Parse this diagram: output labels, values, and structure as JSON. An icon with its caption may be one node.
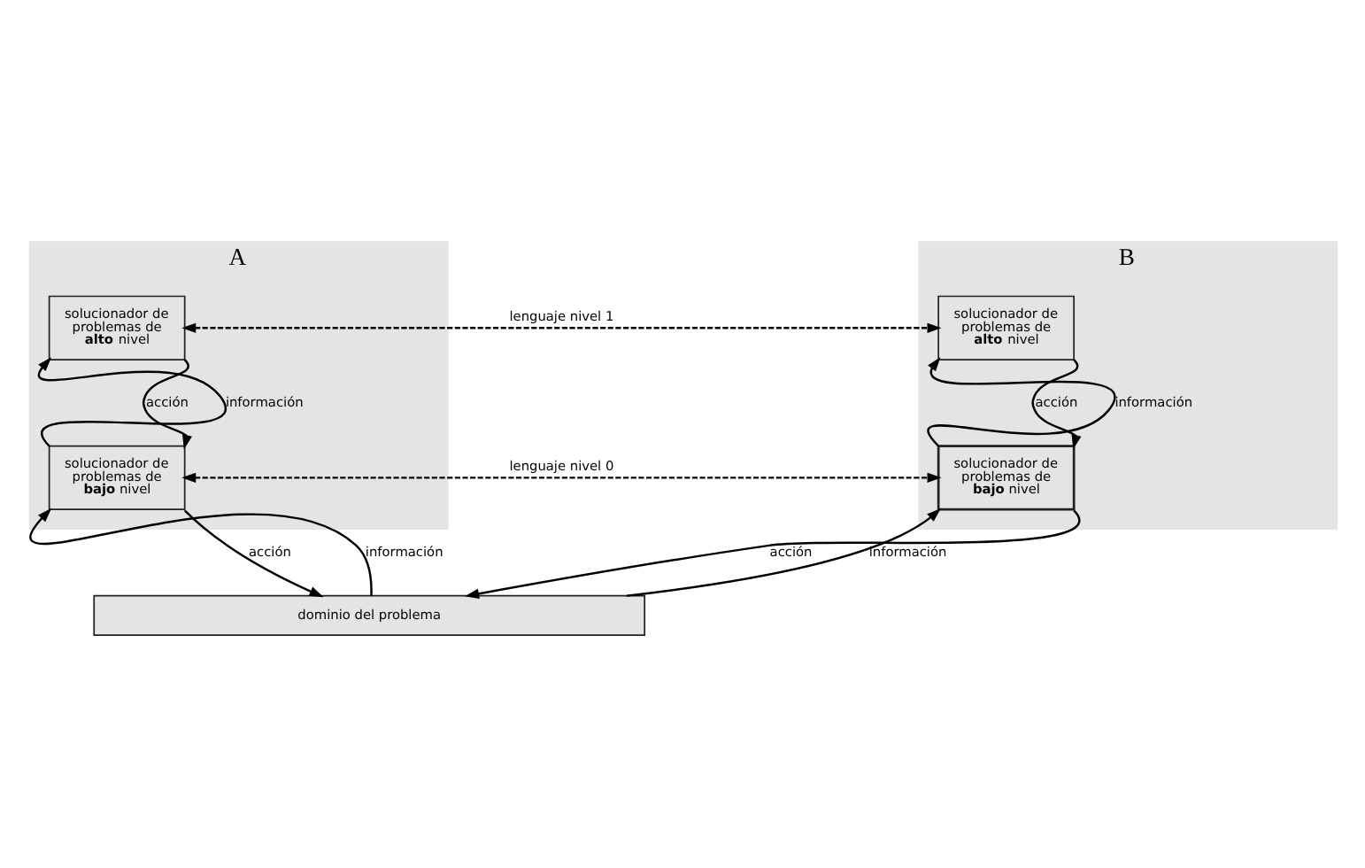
{
  "diagram": {
    "nodes": [
      {
        "text": [
          "A"
        ]
      },
      {
        "text": [
          "solucionador de problemas de **alto** nivel"
        ],
        "in": 0
      },
      {
        "text": [
          "solucionador de problemas de **bajo** nivel"
        ],
        "in": 0
      },
      {
        "text": [
          "B"
        ]
      },
      {
        "text": [
          "solucionador de problemas de **alto** nivel"
        ],
        "in": 3
      },
      {
        "text": [
          "solucionador de problemas de **bajo** nivel"
        ],
        "in": 3
      },
      {
        "text": [
          "dominio del problema"
        ]
      }
    ],
    "edges": [
      {
        "from": 1,
        "to": 4,
        "arrow": "both",
        "style": "dashed",
        "label": "lenguaje nivel 1"
      },
      {
        "from": 2,
        "to": 1,
        "arrow": "to",
        "label": "información"
      },
      {
        "from": 1,
        "to": 2,
        "arrow": "to",
        "label": "acción"
      },
      {
        "from": 5,
        "to": 4,
        "arrow": "to",
        "label": "información"
      },
      {
        "from": 4,
        "to": 5,
        "arrow": "to",
        "label": "acción"
      },
      {
        "from": 2,
        "to": 5,
        "arrow": "both",
        "style": "dashed",
        "label": "lenguaje nivel 0"
      },
      {
        "from": 6,
        "to": 2,
        "arrow": "to",
        "label": "información"
      },
      {
        "from": 2,
        "to": 6,
        "arrow": "to",
        "label": "acción"
      },
      {
        "from": 6,
        "to": 5,
        "arrow": "to",
        "label": "información"
      },
      {
        "from": 5,
        "to": 6,
        "arrow": "to",
        "label": "acción"
      }
    ]
  }
}
